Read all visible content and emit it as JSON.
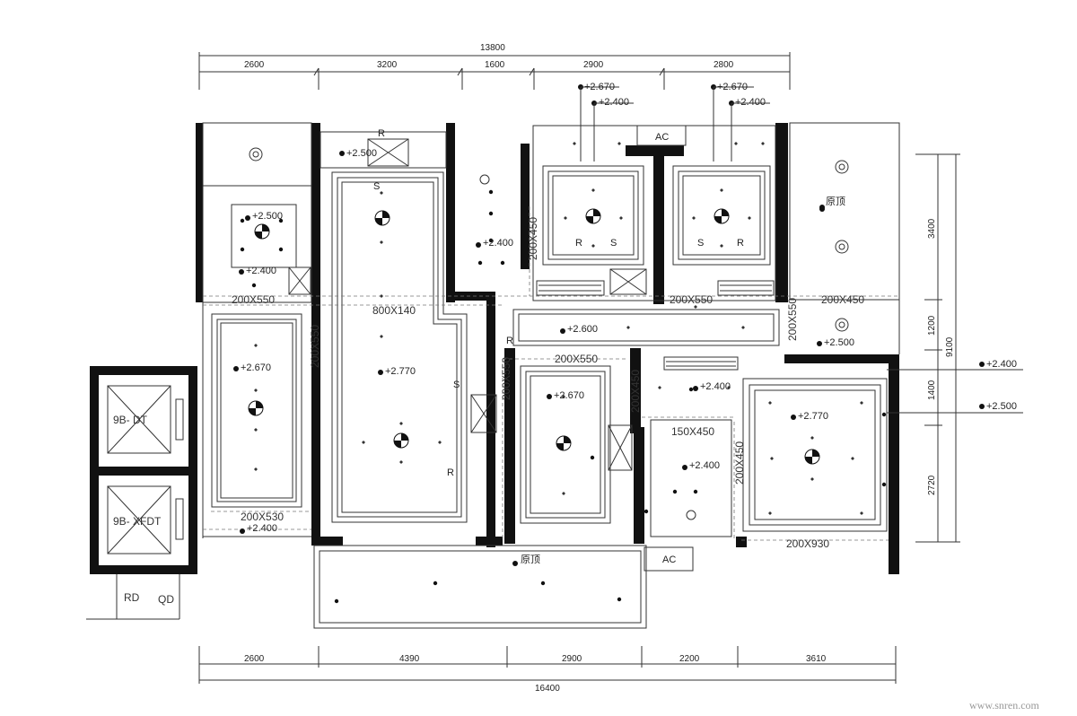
{
  "dimensions": {
    "top_total": "13800",
    "top": [
      "2600",
      "3200",
      "1600",
      "2900",
      "2800"
    ],
    "bottom": [
      "2600",
      "4390",
      "2900",
      "2200",
      "3610"
    ],
    "bottom_total": "16400",
    "right": [
      "3400",
      "1200",
      "1400",
      "2720"
    ],
    "right_total": "9100"
  },
  "ceiling_heights": {
    "bedroom_1a": "+2.670",
    "bedroom_1b": "+2.400",
    "bedroom_2a": "+2.670",
    "bedroom_2b": "+2.400",
    "bath_top": "+2.500",
    "bath_left_a": "+2.500",
    "bath_left_b": "+2.400",
    "kitchen": "+2.400",
    "left_room": "+2.670",
    "living": "+2.770",
    "corridor": "+2.600",
    "right_hall": "+2.500",
    "middle_room": "+2.670",
    "small_hall": "+2.400",
    "wc": "+2.400",
    "master": "+2.770",
    "balcony_left": "+2.400",
    "right_tag_1": "+2.400",
    "right_tag_2": "+2.500"
  },
  "beams": {
    "b1": "800X140",
    "b2": "200X550",
    "b3": "200X450",
    "b4": "200X550",
    "b5": "200X450",
    "b6": "200X550",
    "b7": "150X450",
    "b8": "200X530",
    "b9": "200X930",
    "b10": "200X550",
    "b11": "200X550",
    "b12": "200X450",
    "b13": "200X450",
    "b14": "200X550"
  },
  "labels": {
    "original_top": "原顶",
    "original_bottom": "原顶",
    "ac_1": "AC",
    "ac_2": "AC",
    "elevator_1": "9B- DT",
    "elevator_2": "9B- XFDT",
    "rd": "RD",
    "qd": "QD",
    "r": "R",
    "s": "S"
  },
  "watermark": "www.snren.com"
}
